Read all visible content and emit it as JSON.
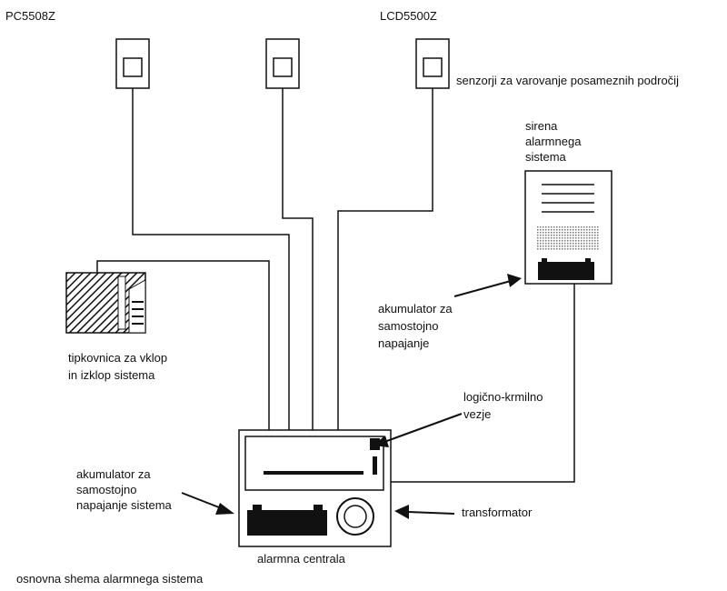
{
  "labels": {
    "model_left": "PC5508Z",
    "model_right": "LCD5500Z",
    "sensors": "senzorji za varovanje posameznih področij",
    "siren": [
      "sirena",
      "alarmnega",
      "sistema"
    ],
    "battery_siren": [
      "akumulator za",
      "samostojno",
      "napajanje"
    ],
    "keypad": [
      "tipkovnica za vklop",
      "in izklop sistema"
    ],
    "logic": [
      "logično-krmilno",
      "vezje"
    ],
    "battery_panel": [
      "akumulator za",
      "samostojno",
      "napajanje sistema"
    ],
    "transformer": "transformator",
    "panel": "alarmna centrala",
    "caption": "osnovna shema alarmnega sistema"
  },
  "colors": {
    "ink": "#111111",
    "background": "#ffffff"
  }
}
